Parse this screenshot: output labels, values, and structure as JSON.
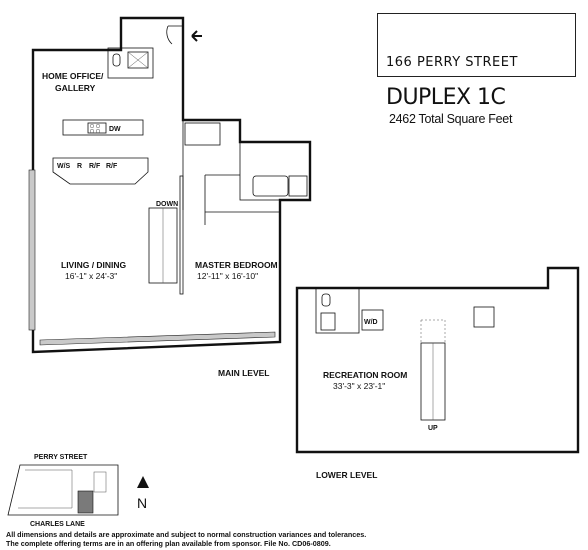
{
  "building": {
    "name": "166 PERRY STREET"
  },
  "unit": {
    "title": "DUPLEX 1C",
    "area": "2462 Total Square Feet"
  },
  "rooms": {
    "home_office": {
      "line1": "HOME OFFICE/",
      "line2": "GALLERY"
    },
    "living": {
      "name": "LIVING / DINING",
      "dims": "16'-1\" x 24'-3\""
    },
    "master": {
      "name": "MASTER BEDROOM",
      "dims": "12'-11\" x 16'-10\""
    },
    "recreation": {
      "name": "RECREATION ROOM",
      "dims": "33'-3\" x 23'-1\""
    }
  },
  "appliances": {
    "dw": "DW",
    "ws": "W/S",
    "r": "R",
    "rf1": "R/F",
    "rf2": "R/F",
    "wd": "W/D"
  },
  "stairs": {
    "down": "DOWN",
    "up": "UP"
  },
  "levels": {
    "main": "MAIN LEVEL",
    "lower": "LOWER LEVEL"
  },
  "key_plan": {
    "street_top": "PERRY STREET",
    "street_bottom": "CHARLES LANE",
    "compass": "N"
  },
  "footer": {
    "line1": "All dimensions and details are approximate and subject to normal construction variances and tolerances.",
    "line2": "The complete offering terms are in an offering plan available from sponsor. File No. CD06-0809."
  }
}
